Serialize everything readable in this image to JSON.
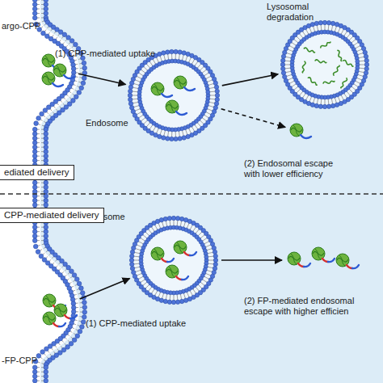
{
  "diagram": {
    "nodes": [
      {
        "text": [
          "argo-CPP"
        ]
      },
      {
        "text": [
          "Endosome"
        ]
      },
      {
        "text": [
          "Lysosomal degradation"
        ]
      },
      {
        "text": [
          "(2) Endosomal escape with lower efficiency"
        ]
      },
      {
        "text": [
          "-FP-CPP"
        ]
      },
      {
        "text": [
          "Endosome"
        ]
      },
      {
        "text": [
          "(2) FP-mediated endosomal escape with higher efficien"
        ]
      }
    ],
    "edges": [
      {
        "from": 0,
        "to": 1,
        "arrow": "to",
        "label": "(1) CPP-mediated uptake"
      },
      {
        "from": 1,
        "to": 2,
        "arrow": "to"
      },
      {
        "from": 1,
        "to": 3,
        "arrow": "to"
      },
      {
        "from": 4,
        "to": 5,
        "arrow": "to",
        "label": "(1) CPP-mediated uptake"
      },
      {
        "from": 5,
        "to": 6,
        "arrow": "to"
      }
    ],
    "labels": [
      "ediated delivery",
      "CPP-mediated delivery"
    ]
  }
}
